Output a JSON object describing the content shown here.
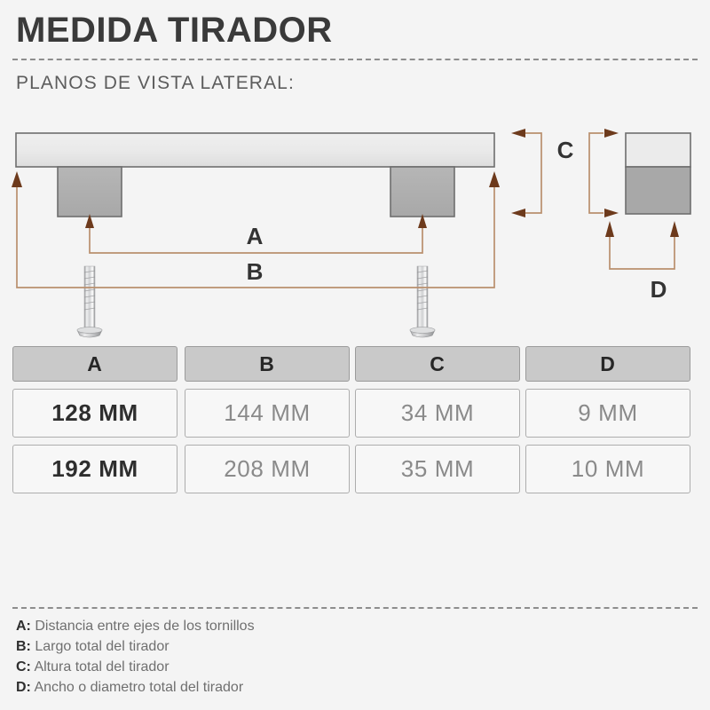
{
  "header": {
    "title": "MEDIDA TIRADOR",
    "subtitle": "PLANOS DE VISTA LATERAL:"
  },
  "drawing": {
    "labels": {
      "a": "A",
      "b": "B",
      "c": "C",
      "d": "D"
    },
    "parts": {
      "bar": "handle-bar",
      "left_leg": "left-post",
      "right_leg": "right-post",
      "left_screw": "left-screw",
      "right_screw": "right-screw",
      "end_view": "end-view-block"
    },
    "colors": {
      "dimension_line": "#b98f6d",
      "arrow_head": "#6d3a1c",
      "bar_fill": "#eaeaea",
      "post_fill": "#b0b0b0",
      "outline": "#6e6e6e",
      "screw_metal": "#c9cacb"
    }
  },
  "table": {
    "headers": [
      "A",
      "B",
      "C",
      "D"
    ],
    "rows": [
      [
        "128 MM",
        "144 MM",
        "34 MM",
        "9 MM"
      ],
      [
        "192 MM",
        "208 MM",
        "35 MM",
        "10 MM"
      ]
    ]
  },
  "legend": [
    {
      "key": "A:",
      "text": "Distancia entre ejes de los tornillos"
    },
    {
      "key": "B:",
      "text": "Largo total del tirador"
    },
    {
      "key": "C:",
      "text": "Altura total del tirador"
    },
    {
      "key": "D:",
      "text": "Ancho o diametro total del tirador"
    }
  ]
}
